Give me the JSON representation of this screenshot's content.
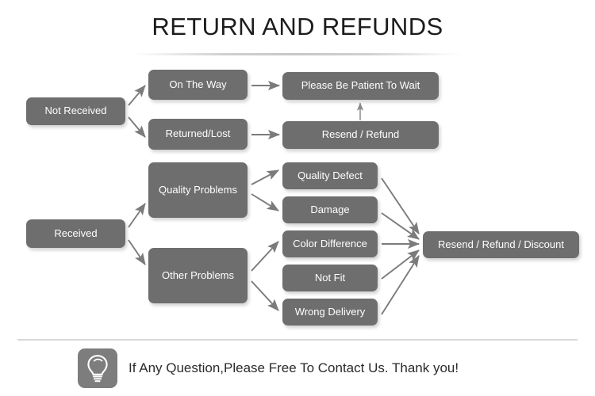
{
  "page": {
    "title": "RETURN AND REFUNDS",
    "accent_color": "#6e6e6e",
    "arrow_color": "#7b7b7b",
    "text_color": "#ffffff",
    "background_color": "#ffffff"
  },
  "flow": {
    "nodes": [
      {
        "id": "not-received",
        "label": "Not Received"
      },
      {
        "id": "on-the-way",
        "label": "On The Way"
      },
      {
        "id": "returned-lost",
        "label": "Returned/Lost"
      },
      {
        "id": "please-be-patient",
        "label": "Please Be Patient To Wait"
      },
      {
        "id": "resend-refund",
        "label": "Resend / Refund"
      },
      {
        "id": "received",
        "label": "Received"
      },
      {
        "id": "quality-problems",
        "label": "Quality Problems"
      },
      {
        "id": "other-problems",
        "label": "Other Problems"
      },
      {
        "id": "quality-defect",
        "label": "Quality Defect"
      },
      {
        "id": "damage",
        "label": "Damage"
      },
      {
        "id": "color-difference",
        "label": "Color Difference"
      },
      {
        "id": "not-fit",
        "label": "Not Fit"
      },
      {
        "id": "wrong-delivery",
        "label": "Wrong Delivery"
      },
      {
        "id": "resend-refund-discount",
        "label": "Resend / Refund / Discount"
      }
    ],
    "edges": [
      {
        "from": "not-received",
        "to": "on-the-way"
      },
      {
        "from": "not-received",
        "to": "returned-lost"
      },
      {
        "from": "on-the-way",
        "to": "please-be-patient"
      },
      {
        "from": "returned-lost",
        "to": "resend-refund"
      },
      {
        "from": "resend-refund",
        "to": "please-be-patient"
      },
      {
        "from": "received",
        "to": "quality-problems"
      },
      {
        "from": "received",
        "to": "other-problems"
      },
      {
        "from": "quality-problems",
        "to": "quality-defect"
      },
      {
        "from": "quality-problems",
        "to": "damage"
      },
      {
        "from": "other-problems",
        "to": "color-difference"
      },
      {
        "from": "other-problems",
        "to": "wrong-delivery"
      },
      {
        "from": "quality-defect",
        "to": "resend-refund-discount"
      },
      {
        "from": "damage",
        "to": "resend-refund-discount"
      },
      {
        "from": "color-difference",
        "to": "resend-refund-discount"
      },
      {
        "from": "not-fit",
        "to": "resend-refund-discount"
      },
      {
        "from": "wrong-delivery",
        "to": "resend-refund-discount"
      }
    ]
  },
  "footer": {
    "icon": "lightbulb-icon",
    "text": "If Any Question,Please Free To Contact Us. Thank you!"
  }
}
